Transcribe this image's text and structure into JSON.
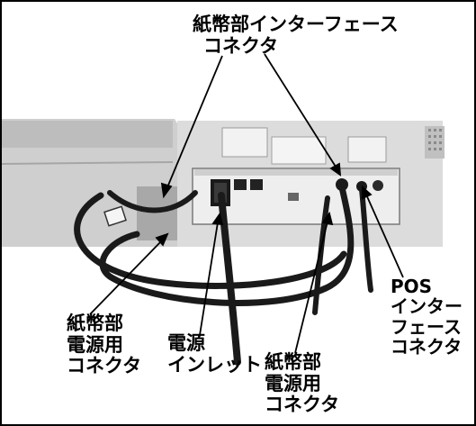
{
  "callouts": {
    "top": {
      "lines": [
        "紙幣部インターフェース",
        "コネクタ"
      ]
    },
    "left": {
      "lines": [
        "紙幣部",
        "電源用",
        "コネクタ"
      ]
    },
    "inlet": {
      "lines": [
        "電源",
        "インレット"
      ]
    },
    "middle": {
      "lines": [
        "紙幣部",
        "電源用",
        "コネクタ"
      ]
    },
    "right": {
      "lines": [
        "POS",
        "インター",
        "フェース",
        "コネクタ"
      ]
    }
  },
  "colors": {
    "frame": "#000000",
    "device_body": "#d9d9d9",
    "panel": "#eeeeee",
    "cable": "#1a1a1a",
    "leader": "#000000"
  }
}
